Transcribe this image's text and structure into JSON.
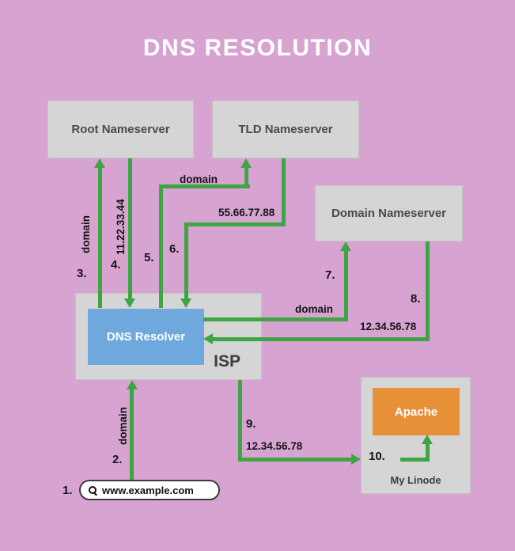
{
  "title": "DNS RESOLUTION",
  "colors": {
    "background": "#d7a4d2",
    "node_box": "#d5d5d5",
    "resolver_blue": "#6fa8dc",
    "apache_orange": "#e69138",
    "arrow_green": "#3fa544"
  },
  "nodes": {
    "root_nameserver": {
      "label": "Root Nameserver"
    },
    "tld_nameserver": {
      "label": "TLD Nameserver"
    },
    "domain_nameserver": {
      "label": "Domain Nameserver"
    },
    "dns_resolver": {
      "label": "DNS Resolver"
    },
    "isp": {
      "label": "ISP"
    },
    "apache": {
      "label": "Apache"
    },
    "my_linode": {
      "label": "My Linode"
    }
  },
  "search": {
    "value": "www.example.com"
  },
  "steps": {
    "1": {
      "number": "1."
    },
    "2": {
      "number": "2.",
      "label": "domain"
    },
    "3": {
      "number": "3.",
      "label": "domain"
    },
    "4": {
      "number": "4.",
      "label": "11.22.33.44"
    },
    "5": {
      "number": "5.",
      "label": "domain"
    },
    "6": {
      "number": "6.",
      "label": "55.66.77.88"
    },
    "7": {
      "number": "7.",
      "label": "domain"
    },
    "8": {
      "number": "8.",
      "label": "12.34.56.78"
    },
    "9": {
      "number": "9.",
      "label": "12.34.56.78"
    },
    "10": {
      "number": "10."
    }
  }
}
